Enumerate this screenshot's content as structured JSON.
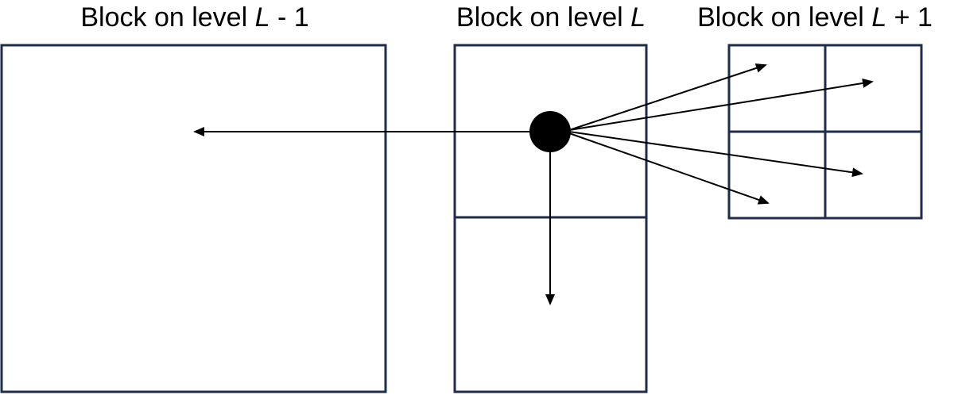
{
  "labels": {
    "left": {
      "prefix": "Block on level ",
      "var": "L",
      "suffix": " - 1"
    },
    "middle": {
      "prefix": "Block on level ",
      "var": "L",
      "suffix": ""
    },
    "right": {
      "prefix": "Block on level ",
      "var": "L",
      "suffix": " + 1"
    }
  },
  "colors": {
    "block_border": "#1f2d4d",
    "arrow": "#000000",
    "node": "#000000"
  }
}
